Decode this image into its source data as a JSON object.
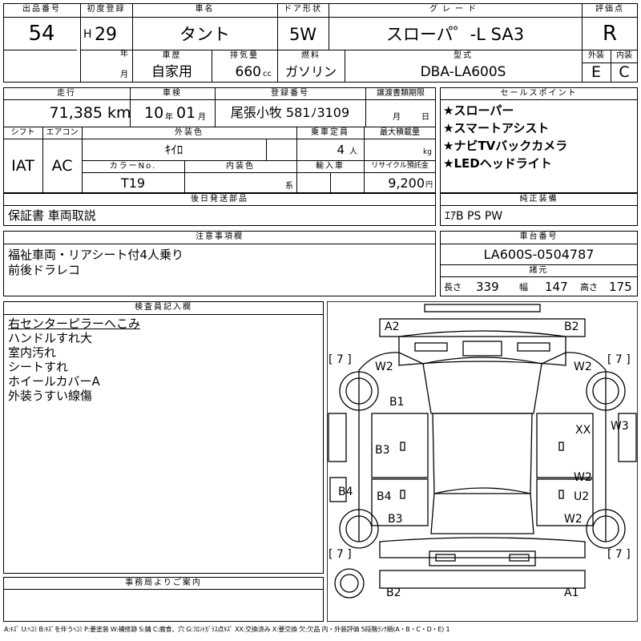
{
  "header": {
    "lot_no_label": "出品番号",
    "lot_no": "54",
    "first_reg_label": "初度登録",
    "era": "H",
    "year": "29",
    "year_unit": "年",
    "month_unit": "月",
    "car_name_label": "車名",
    "car_name": "タント",
    "door_label": "ドア形状",
    "door": "5W",
    "grade_label": "グレード",
    "grade": "スローパ゜-L SA3",
    "score_label": "評価点",
    "score": "R",
    "history_label": "車歴",
    "history": "自家用",
    "displacement_label": "排気量",
    "displacement": "660",
    "displacement_unit": "cc",
    "fuel_label": "燃料",
    "fuel": "ガソリン",
    "model_code_label": "型式",
    "model_code": "DBA-LA600S",
    "exterior_label": "外装",
    "exterior_grade": "E",
    "interior_label": "内装",
    "interior_grade": "C"
  },
  "row2": {
    "mileage_label": "走行",
    "mileage": "71,385",
    "mileage_unit": "km",
    "inspection_label": "車検",
    "insp_year": "10",
    "insp_year_unit": "年",
    "insp_month": "01",
    "insp_month_unit": "月",
    "plate_label": "登録番号",
    "plate": "尾張小牧 581ﾉ3109",
    "transfer_label": "譲渡書類期限",
    "transfer_month_unit": "月",
    "transfer_day_unit": "日",
    "shift_label": "シフト",
    "shift": "IAT",
    "aircon_label": "エアコン",
    "aircon": "AC",
    "ext_color_label": "外装色",
    "ext_color": "ｷｲﾛ",
    "capacity_label": "乗車定員",
    "capacity": "4",
    "capacity_unit": "人",
    "max_load_label": "最大積載量",
    "max_load_unit": "kg",
    "color_no_label": "カラーNo.",
    "color_no": "T19",
    "int_color_label": "内装色",
    "int_color_unit": "系",
    "import_label": "輸入車",
    "recycle_label": "リサイクル預託金",
    "recycle": "9,200",
    "recycle_unit": "円"
  },
  "sales_points": {
    "label": "セールスポイント",
    "items": [
      "★スローパー",
      "★スマートアシスト",
      "★ナビTVバックカメラ",
      "★LEDヘッドライト"
    ]
  },
  "later_parts": {
    "label": "後日発送部品",
    "value": "保証書 車両取説"
  },
  "equipment": {
    "label": "純正装備",
    "value": "ｴｱB PS PW"
  },
  "notes": {
    "label": "注意事項欄",
    "lines": [
      "福祉車両・リアシート付4人乗り",
      "前後ドラレコ"
    ]
  },
  "chassis": {
    "label": "車台番号",
    "value": "LA600S-0504787"
  },
  "specs": {
    "label": "諸元",
    "length_label": "長さ",
    "length": "339",
    "width_label": "幅",
    "width": "147",
    "height_label": "高さ",
    "height": "175"
  },
  "inspector": {
    "label": "検査員記入欄",
    "lines": [
      "右センターピラーへこみ",
      "ハンドルすれ大",
      "室内汚れ",
      "シートすれ",
      "ホイールカバーA",
      "外装うすい線傷"
    ]
  },
  "office": {
    "label": "事務局よりご案内"
  },
  "legend": "A:ｷｽﾞ U:ﾍｺﾐ B:ｷｽﾞを伴うﾍｺﾐ P:要塗装 W:補修跡 S:錆 C:腐食、穴 G:ﾌﾛﾝﾄｶﾞﾗｽ点ｷｽﾞ XX:交換済み X:要交換 欠:欠品 内・外装評価 5段階ﾗﾝｸ順(A・B・C・D・E) 1",
  "diagram": {
    "tire_tl": "[ 7 ]",
    "tire_tr": "[ 7 ]",
    "tire_bl": "[ 7 ]",
    "tire_br": "[ 7 ]",
    "marks": [
      "A2",
      "B2",
      "W2",
      "W2",
      "B1",
      "XX",
      "W3",
      "B3",
      "B4",
      "W2",
      "B4",
      "U2",
      "B3",
      "W2",
      "B2",
      "A1"
    ]
  }
}
